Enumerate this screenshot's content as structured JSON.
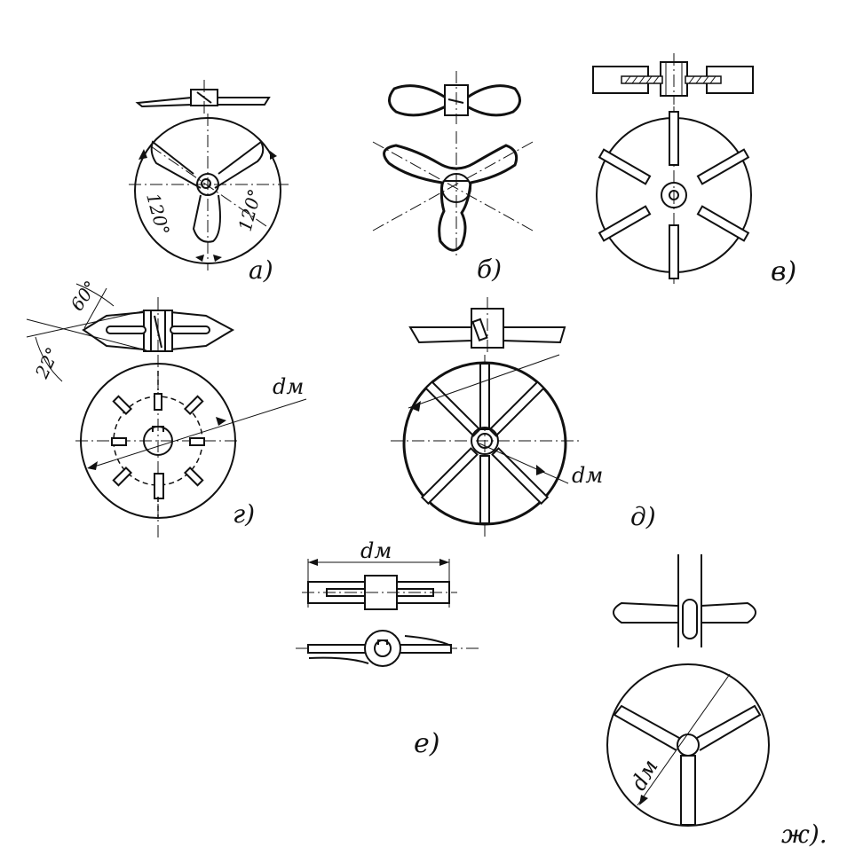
{
  "drawing": {
    "labels": {
      "a": "a)",
      "b": "б)",
      "v": "в)",
      "g": "г)",
      "d": "д)",
      "e": "е)",
      "zh": "ж)."
    },
    "dimensions": {
      "angle_120_left": "120°",
      "angle_120_right": "120°",
      "angle_60": "60°",
      "angle_22": "22°",
      "dm_g": "dм",
      "dm_d": "dм",
      "dm_e": "dм",
      "dm_zh": "dм"
    }
  }
}
